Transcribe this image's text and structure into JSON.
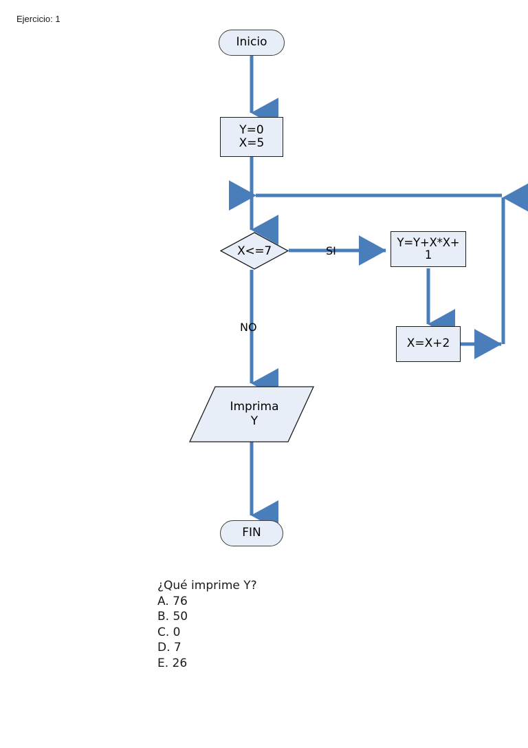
{
  "header": {
    "label": "Ejercicio: 1"
  },
  "palette": {
    "connector": "#4a7ebb",
    "shape_fill": "#e8eef7",
    "shape_border": "#1b1b1b",
    "terminator_border": "#3f3f3f",
    "text": "#000000",
    "background": "#ffffff"
  },
  "flowchart": {
    "title": "Ejercicio: 1",
    "nodes": [
      {
        "id": "start",
        "type": "terminator",
        "text": "Inicio"
      },
      {
        "id": "init",
        "type": "process",
        "text": "Y=0\nX=5"
      },
      {
        "id": "decision",
        "type": "decision",
        "text": "X<=7"
      },
      {
        "id": "accum",
        "type": "process",
        "text": "Y=Y+X*X+\n1"
      },
      {
        "id": "incr",
        "type": "process",
        "text": "X=X+2"
      },
      {
        "id": "output",
        "type": "io",
        "text": "Imprima\nY"
      },
      {
        "id": "end",
        "type": "terminator",
        "text": "FIN"
      }
    ],
    "edges": [
      {
        "from": "start",
        "to": "init",
        "label": ""
      },
      {
        "from": "init",
        "to": "decision",
        "label": ""
      },
      {
        "from": "decision",
        "to": "accum",
        "label": "SI"
      },
      {
        "from": "decision",
        "to": "output",
        "label": "NO"
      },
      {
        "from": "accum",
        "to": "incr",
        "label": ""
      },
      {
        "from": "incr",
        "to": "decision",
        "label": ""
      },
      {
        "from": "output",
        "to": "end",
        "label": ""
      }
    ]
  },
  "labels": {
    "si": "SI",
    "no": "NO"
  },
  "nodes": {
    "start": "Inicio",
    "init": "Y=0\nX=5",
    "decision": "X<=7",
    "accum": "Y=Y+X*X+\n1",
    "incr": "X=X+2",
    "output": "Imprima\nY",
    "end": "FIN"
  },
  "question": {
    "prompt": "¿Qué imprime Y?",
    "options": [
      "A. 76",
      "B. 50",
      "C. 0",
      "D. 7",
      "E. 26"
    ]
  }
}
